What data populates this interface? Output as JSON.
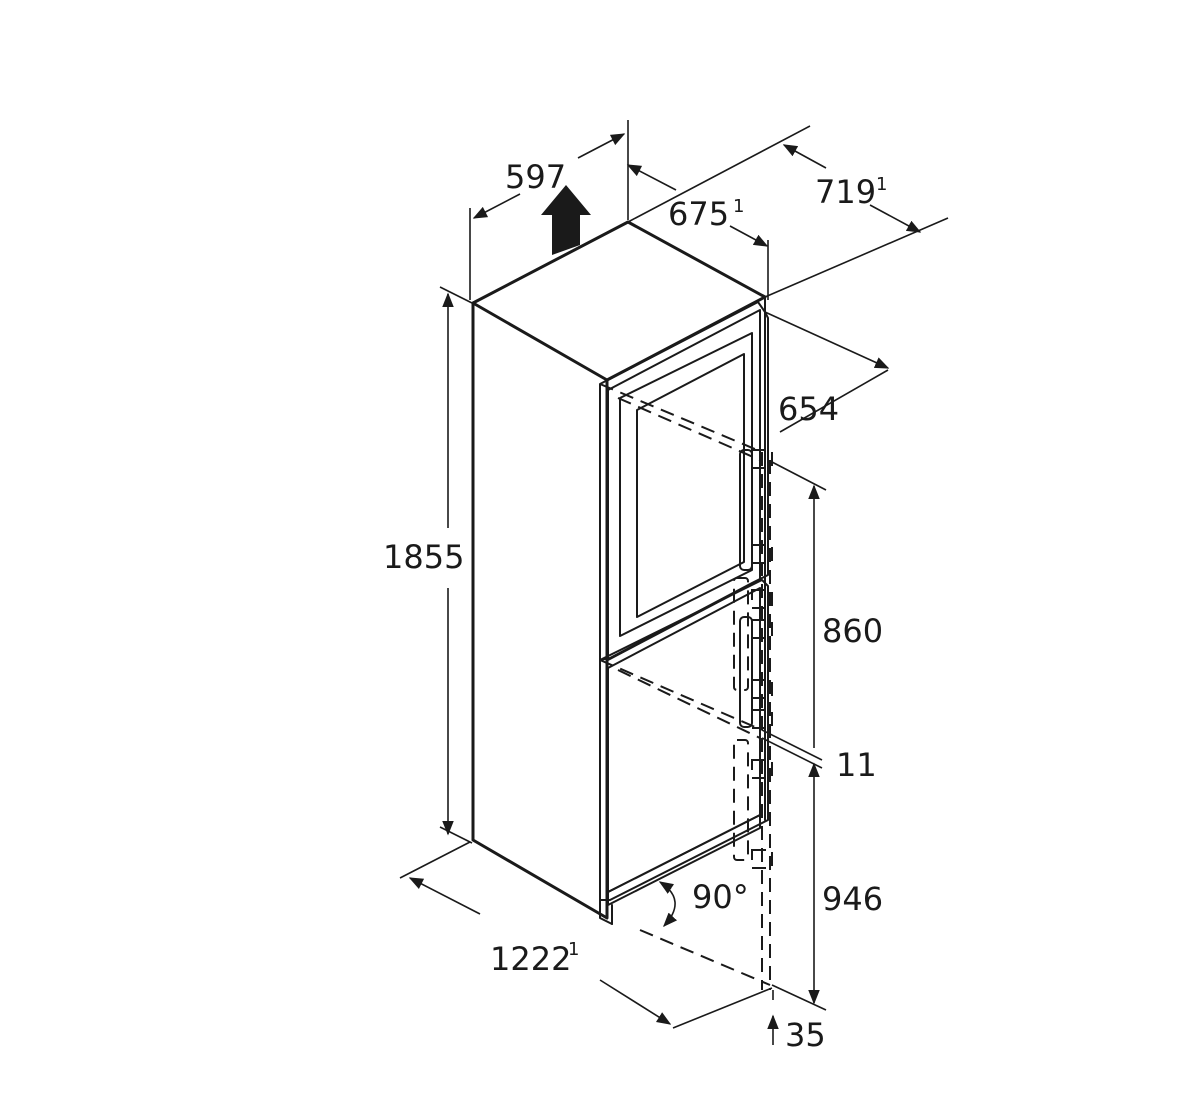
{
  "dimensions": {
    "width": {
      "value": "597"
    },
    "depth_no_handle": {
      "value": "654"
    },
    "depth_with_handle": {
      "value": "675",
      "note": "1"
    },
    "depth_door_open": {
      "value": "719",
      "note": "1"
    },
    "height": {
      "value": "1855"
    },
    "upper_section": {
      "value": "860"
    },
    "gap": {
      "value": "11"
    },
    "lower_section": {
      "value": "946"
    },
    "base": {
      "value": "35"
    },
    "door_swing": {
      "value": "1222",
      "note": "1"
    },
    "opening_angle": {
      "value": "90°"
    }
  }
}
